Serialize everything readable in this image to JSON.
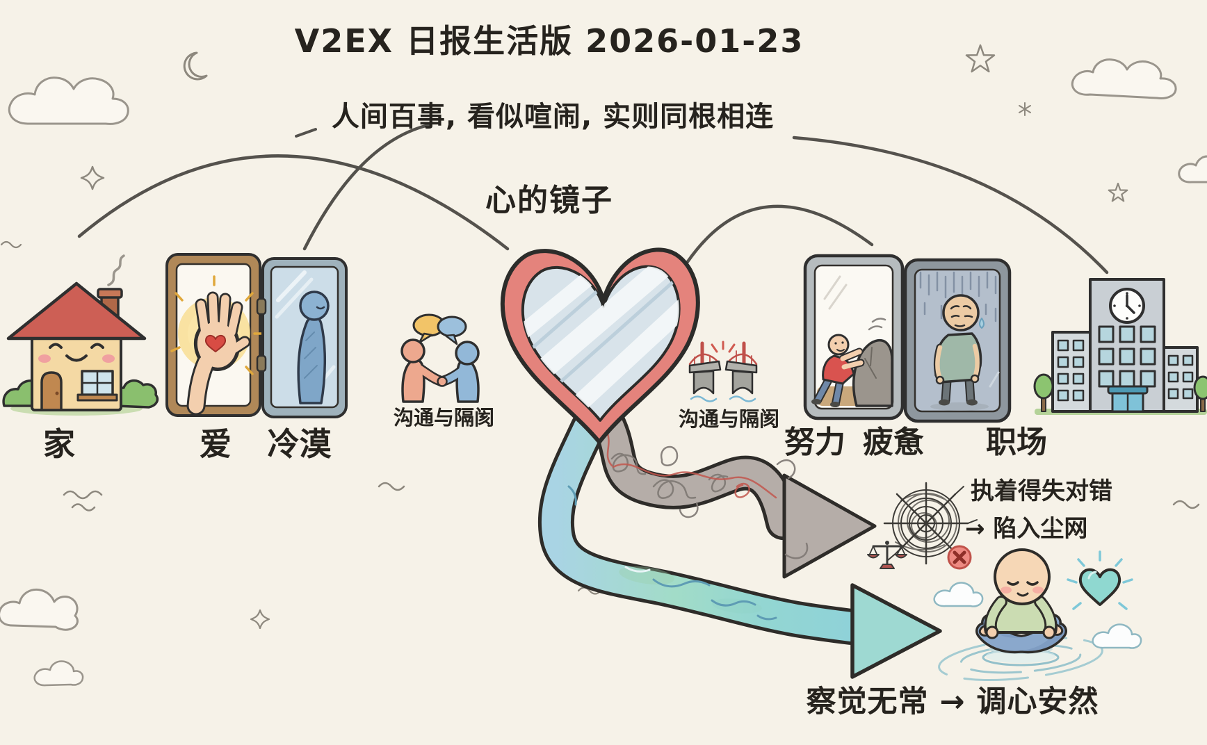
{
  "header": {
    "title": "V2EX 日报生活版  2026-01-23",
    "subtitle": "人间百事, 看似喧闹, 实则同根相连"
  },
  "center": {
    "mirror_title": "心的镜子"
  },
  "home_section": {
    "home_label": "家",
    "love_label": "爱",
    "coldness_label": "冷漠",
    "communication_label": "沟通与隔阂"
  },
  "work_section": {
    "communication_label": "沟通与隔阂",
    "effort_label": "努力",
    "fatigue_label": "疲惫",
    "workplace_label": "职场"
  },
  "outcomes": {
    "turbid_path": {
      "line1": "执着得失对错",
      "line2": "→ 陷入尘网"
    },
    "clear_path": {
      "caption": "察觉无常 → 调心安然"
    }
  },
  "icon_names": [
    "house-icon",
    "folding-mirror-love-icon",
    "hand-heart-icon",
    "cold-figure-icon",
    "speech-bubbles-icon",
    "handshake-figures-icon",
    "heart-mirror-icon",
    "broken-bridge-icon",
    "pushing-rock-figure-icon",
    "tired-figure-icon",
    "office-building-icon",
    "clock-icon",
    "turbid-arrow-icon",
    "clear-arrow-icon",
    "spider-web-icon",
    "scales-icon",
    "cross-mark-icon",
    "meditating-figure-icon",
    "glowing-heart-icon",
    "water-ripples-icon",
    "cloud-icon",
    "crescent-moon-icon",
    "star-icon",
    "sparkle-icon",
    "wave-icon"
  ],
  "colors": {
    "background": "#f6f2e8",
    "ink": "#26231e",
    "heart_frame": "#e4837c",
    "mirror_glass": "#d8e3ea",
    "turbid_arrow": "#b5ada8",
    "clear_arrow": "#9fd8d4",
    "roof_red": "#cd5f55",
    "wall_cream": "#f4d9a4",
    "bush_green": "#8abf6e",
    "love_glow": "#f9dc8e",
    "cold_blue": "#7fa6c8",
    "warm_figure": "#eda88e",
    "cool_figure": "#92b8d8",
    "effort_red": "#d9534f",
    "fatigue_green": "#9fb8a8",
    "building_gray": "#c9cfd4",
    "error_red": "#ed8a82",
    "calm_heart": "#8fd8d0"
  }
}
